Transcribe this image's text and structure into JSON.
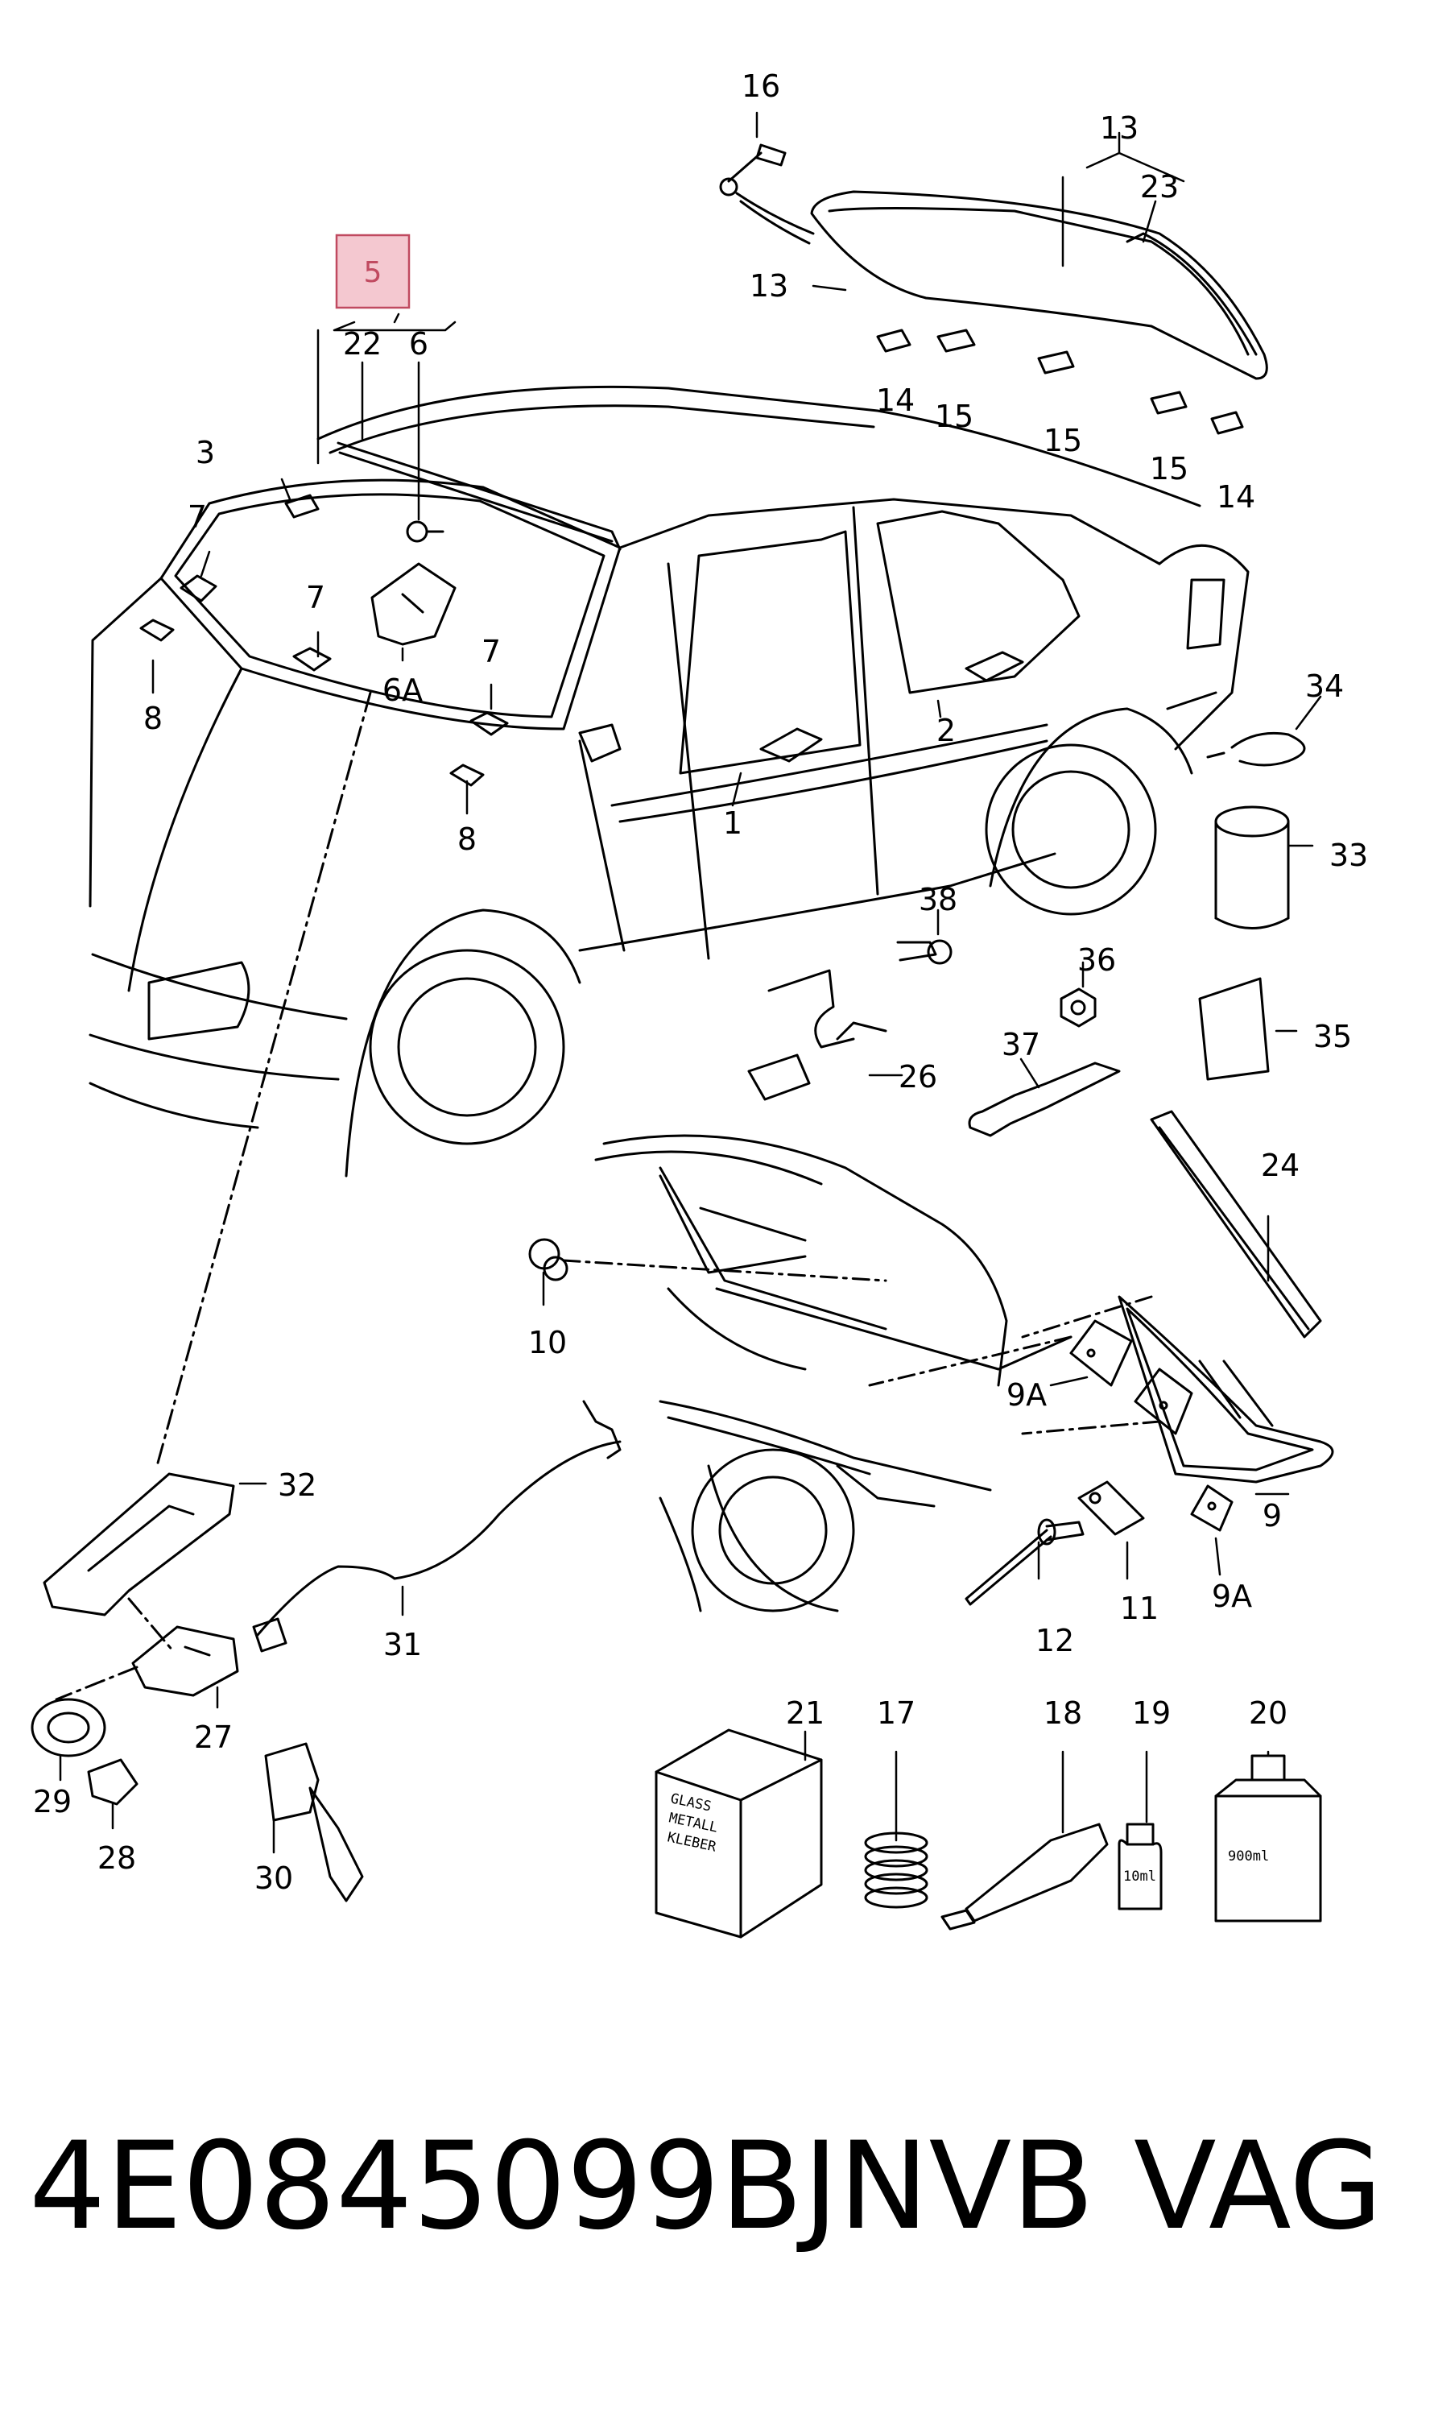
{
  "diagram": {
    "highlight_label": "5",
    "callouts": {
      "n1": "1",
      "n2": "2",
      "n3": "3",
      "n6": "6",
      "n6A": "6A",
      "n7a": "7",
      "n7b": "7",
      "n7c": "7",
      "n8a": "8",
      "n8b": "8",
      "n9": "9",
      "n9Aa": "9A",
      "n9Ab": "9A",
      "n10": "10",
      "n11": "11",
      "n12": "12",
      "n13a": "13",
      "n13b": "13",
      "n14a": "14",
      "n14b": "14",
      "n15a": "15",
      "n15b": "15",
      "n15c": "15",
      "n16": "16",
      "n17": "17",
      "n18": "18",
      "n19": "19",
      "n20": "20",
      "n21": "21",
      "n22": "22",
      "n23": "23",
      "n24": "24",
      "n26": "26",
      "n27": "27",
      "n28": "28",
      "n29": "29",
      "n30": "30",
      "n31": "31",
      "n32": "32",
      "n33": "33",
      "n34": "34",
      "n35": "35",
      "n36": "36",
      "n37": "37",
      "n38": "38"
    },
    "package_labels": {
      "glue_line1": "GLASS",
      "glue_line2": "METALL",
      "glue_line3": "KLEBER",
      "bottle_small": "10ml",
      "bottle_large": "900ml"
    },
    "colors": {
      "line": "#000000",
      "highlight_fill": "#f4c8d0",
      "highlight_border": "#c04a60"
    }
  },
  "footer": {
    "part_number": "4E0845099BJNVB",
    "brand": "VAG"
  }
}
